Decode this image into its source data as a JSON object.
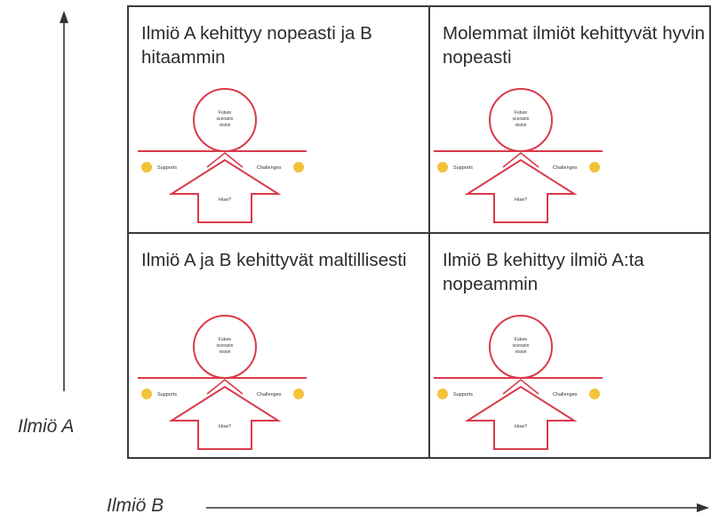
{
  "axes": {
    "y_label": "Ilmiö A",
    "x_label": "Ilmiö B"
  },
  "quadrants": [
    {
      "title": "Ilmiö A kehittyy nopeasti ja B hitaammin"
    },
    {
      "title": "Molemmat ilmiöt kehittyvät hyvin nopeasti"
    },
    {
      "title": "Ilmiö A ja B kehittyvät maltillisesti"
    },
    {
      "title": "Ilmiö B kehittyy ilmiö A:ta nopeammin"
    }
  ],
  "sketch": {
    "circle_text": [
      "Future",
      "scenario",
      "vision"
    ],
    "supports": "Supports",
    "challenges": "Challenges",
    "how": "How?"
  },
  "colors": {
    "sketch": "#d93a4a",
    "emoji": "#f2c23a",
    "lines": "#333333"
  }
}
